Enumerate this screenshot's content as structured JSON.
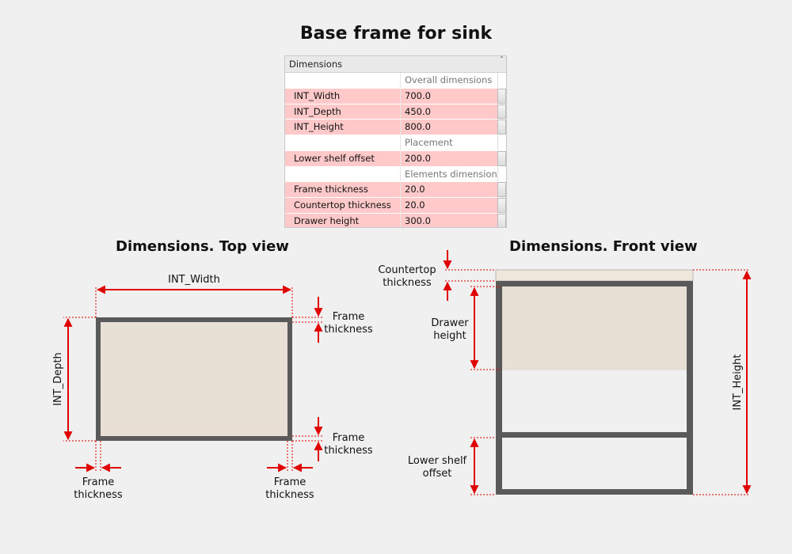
{
  "title": "Base frame for sink",
  "panel": {
    "header": "Dimensions",
    "collapse_icon": "collapse-icon",
    "rows": [
      {
        "type": "group",
        "label": "",
        "value": "Overall dimensions"
      },
      {
        "type": "param",
        "label": "INT_Width",
        "value": "700.0"
      },
      {
        "type": "param",
        "label": "INT_Depth",
        "value": "450.0"
      },
      {
        "type": "param",
        "label": "INT_Height",
        "value": "800.0"
      },
      {
        "type": "group",
        "label": "",
        "value": "Placement"
      },
      {
        "type": "param",
        "label": "Lower shelf offset",
        "value": "200.0"
      },
      {
        "type": "group",
        "label": "",
        "value": "Elements dimensions"
      },
      {
        "type": "param",
        "label": "Frame thickness",
        "value": "20.0"
      },
      {
        "type": "param",
        "label": "Countertop thickness",
        "value": "20.0"
      },
      {
        "type": "param",
        "label": "Drawer height",
        "value": "300.0"
      }
    ]
  },
  "top_view": {
    "title": "Dimensions. Top view",
    "int_width": "INT_Width",
    "int_depth": "INT_Depth",
    "frame_thickness_1": "Frame",
    "frame_thickness_2": "thickness"
  },
  "front_view": {
    "title": "Dimensions. Front view",
    "countertop_1": "Countertop",
    "countertop_2": "thickness",
    "drawer_1": "Drawer",
    "drawer_2": "height",
    "lower_shelf_1": "Lower shelf",
    "lower_shelf_2": "offset",
    "int_height": "INT_Height"
  },
  "colors": {
    "frame": "#5a5a5a",
    "panel_fill": "#e8e0d4",
    "countertop": "#efe7da",
    "dimension": "#e00000",
    "param_row": "#ffc9c9"
  }
}
